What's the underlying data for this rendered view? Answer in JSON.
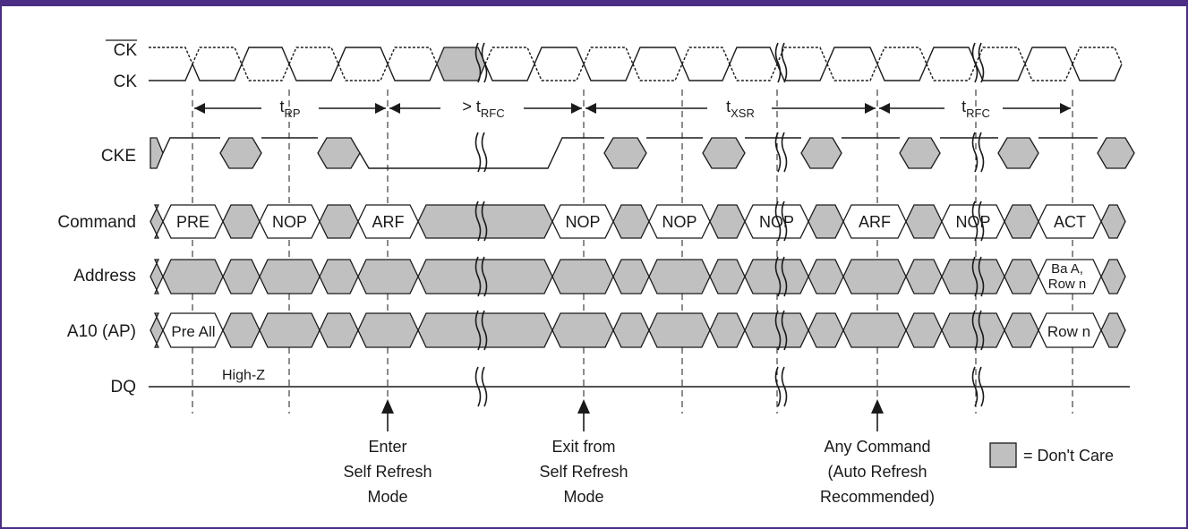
{
  "colors": {
    "frame": "#4b2e83",
    "dont_care_fill": "#c0c0c0",
    "ink": "#1a1a1a"
  },
  "signals": {
    "ck_bar": "CK",
    "ck": "CK",
    "cke": "CKE",
    "command": "Command",
    "address": "Address",
    "a10": "A10 (AP)",
    "dq": "DQ"
  },
  "timing": {
    "trp": {
      "base": "t",
      "sub": "RP"
    },
    "trfc_min": {
      "base": "> t",
      "sub": "RFC"
    },
    "txsr": {
      "base": "t",
      "sub": "XSR"
    },
    "trfc": {
      "base": "t",
      "sub": "RFC"
    }
  },
  "command_values": [
    "PRE",
    "NOP",
    "ARF",
    "NOP",
    "NOP",
    "NOP",
    "ARF",
    "NOP",
    "ACT"
  ],
  "address_values": {
    "bank": "Ba A,",
    "row": "Row n"
  },
  "a10_values": {
    "pre_all": "Pre All",
    "row": "Row n"
  },
  "dq_state": "High-Z",
  "annotations": {
    "enter": [
      "Enter",
      "Self Refresh",
      "Mode"
    ],
    "exit": [
      "Exit from",
      "Self Refresh",
      "Mode"
    ],
    "any": [
      "Any Command",
      "(Auto Refresh",
      "Recommended)"
    ]
  },
  "legend": {
    "label": "= Don't Care"
  }
}
